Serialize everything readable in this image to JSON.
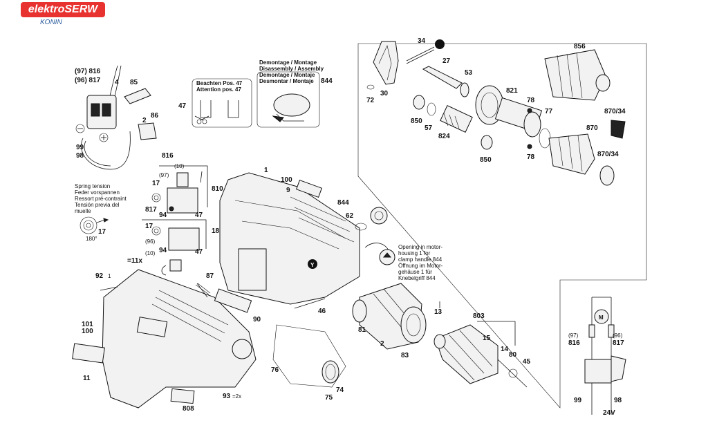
{
  "logo": {
    "brand": "elektroSERW",
    "city": "KONIN"
  },
  "notes": {
    "spring": [
      "Spring tension",
      "Feder vorspannen",
      "Ressort pré-contraint",
      "Tensión previa del",
      "muelle"
    ],
    "spring_angle": "180°",
    "beachten": [
      "Beachten Pos. 47",
      "Attention pos. 47"
    ],
    "demontage": [
      "Demontage / Montage",
      "Disassembly / Assembly",
      "Demontage / Montaje",
      "Desmontar / Montaje"
    ],
    "opening": [
      "Opening in motor-",
      "housing 1 for",
      "clamp handle 844",
      "Öffnung im Motor-",
      "gehäuse 1 für",
      "Knebelgriff 844"
    ],
    "voltage": "24V",
    "y_marker": "Y"
  },
  "labels": [
    "(97) 816",
    "(96) 817",
    "4",
    "85",
    "86",
    "2",
    "99",
    "98",
    "816",
    "(10)",
    "(97)",
    "17",
    "810",
    "94",
    "47",
    "817",
    "(96)",
    "(10)",
    "94",
    "47",
    "17",
    "17",
    "844",
    "47",
    "1",
    "100",
    "9",
    "844",
    "62",
    "18",
    "92",
    "=11x",
    "1",
    "87",
    "46",
    "90",
    "101",
    "100",
    "11",
    "93",
    "=2x",
    "808",
    "76",
    "75",
    "74",
    "81",
    "2",
    "83",
    "13",
    "803",
    "15",
    "14",
    "80",
    "45",
    "34",
    "27",
    "53",
    "72",
    "30",
    "850",
    "57",
    "824",
    "850",
    "821",
    "78",
    "78",
    "77",
    "856",
    "870/34",
    "870",
    "870/34",
    "(97)",
    "816",
    "(96)",
    "817",
    "99",
    "98"
  ],
  "icons": [
    "minus-icon",
    "plus-icon",
    "scissors-icon",
    "arrow-icon",
    "motor-icon",
    "y-marker-icon"
  ]
}
